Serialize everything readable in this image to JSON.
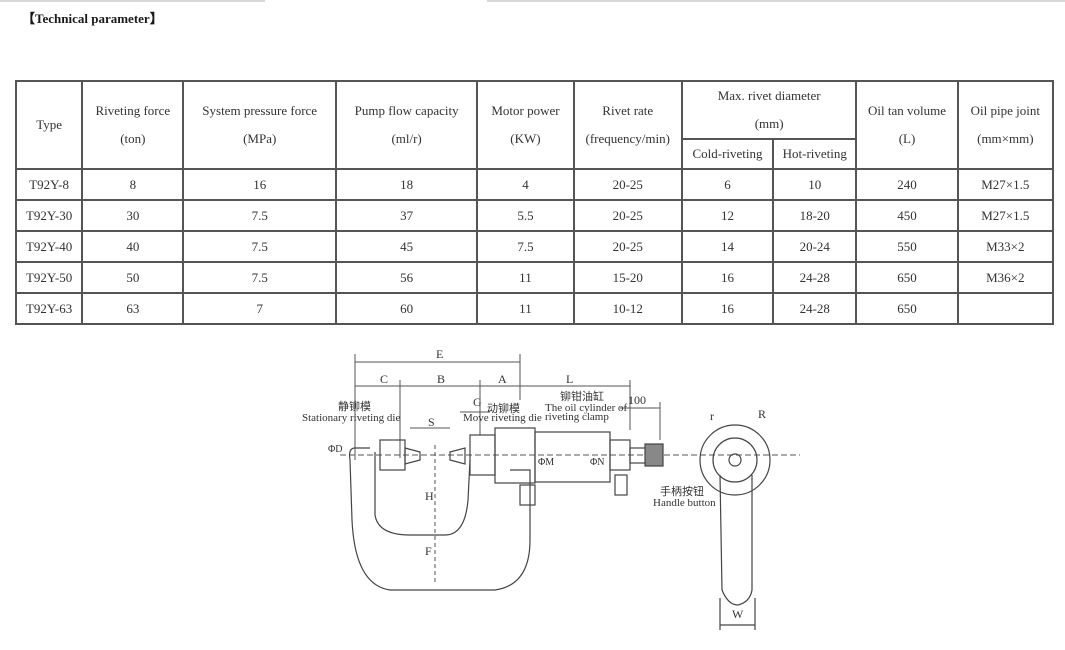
{
  "heading": "【Technical parameter】",
  "table": {
    "headers": {
      "type": "Type",
      "riveting_force": [
        "Riveting force",
        "(ton)"
      ],
      "system_pressure": [
        "System pressure force",
        "(MPa)"
      ],
      "pump_flow": [
        "Pump flow capacity",
        "(ml/r)"
      ],
      "motor_power": [
        "Motor power",
        "(KW)"
      ],
      "rivet_rate": [
        "Rivet rate",
        "(frequency/min)"
      ],
      "max_diameter": [
        "Max. rivet diameter",
        "(mm)"
      ],
      "cold": "Cold-riveting",
      "hot": "Hot-riveting",
      "oil_tank": [
        "Oil tan volume",
        "(L)"
      ],
      "oil_pipe": [
        "Oil pipe joint",
        "(mm×mm)"
      ]
    },
    "rows": [
      [
        "T92Y-8",
        "8",
        "16",
        "18",
        "4",
        "20-25",
        "6",
        "10",
        "240",
        "M27×1.5"
      ],
      [
        "T92Y-30",
        "30",
        "7.5",
        "37",
        "5.5",
        "20-25",
        "12",
        "18-20",
        "450",
        "M27×1.5"
      ],
      [
        "T92Y-40",
        "40",
        "7.5",
        "45",
        "7.5",
        "20-25",
        "14",
        "20-24",
        "550",
        "M33×2"
      ],
      [
        "T92Y-50",
        "50",
        "7.5",
        "56",
        "11",
        "15-20",
        "16",
        "24-28",
        "650",
        "M36×2"
      ],
      [
        "T92Y-63",
        "63",
        "7",
        "60",
        "11",
        "10-12",
        "16",
        "24-28",
        "650",
        ""
      ]
    ]
  },
  "drawing": {
    "dims": {
      "E": "E",
      "C": "C",
      "B": "B",
      "A": "A",
      "L": "L",
      "G": "G",
      "S": "S",
      "v100": "100",
      "r": "r",
      "R": "R",
      "W": "W",
      "H": "H",
      "F": "F",
      "D": "ΦD",
      "M": "ΦM",
      "N": "ΦN"
    },
    "labels": {
      "stationary_cn": "静铆模",
      "stationary_en": "Stationary riveting die",
      "move_cn": "动铆模",
      "move_en": "Move riveting die",
      "cylinder_cn": "铆钳油缸",
      "cylinder_en1": "The oil cylinder of",
      "cylinder_en2": "riveting clamp",
      "handle_cn": "手柄按钮",
      "handle_en": "Handle button"
    }
  }
}
